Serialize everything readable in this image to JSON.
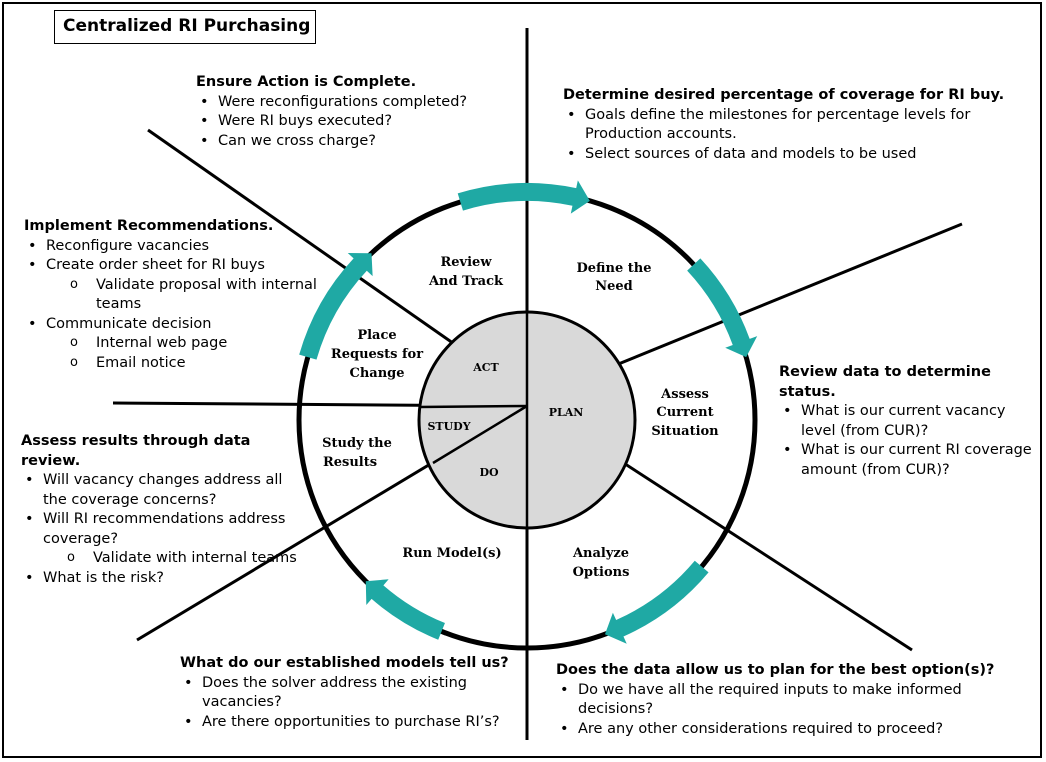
{
  "title": "Centralized RI Purchasing",
  "center": {
    "plan": "PLAN",
    "do": "DO",
    "study": "STUDY",
    "act": "ACT"
  },
  "ring": {
    "define_need": [
      "Define the",
      "Need"
    ],
    "assess_situation": [
      "Assess",
      "Current",
      "Situation"
    ],
    "analyze_options": [
      "Analyze",
      "Options"
    ],
    "run_models": [
      "Run Model(s)"
    ],
    "study_results": [
      "Study the",
      "Results"
    ],
    "place_requests": [
      "Place",
      "Requests for",
      "Change"
    ],
    "review_track": [
      "Review",
      "And Track"
    ]
  },
  "arrow_color": "#1fa9a4",
  "center_fill": "#d9d9d9",
  "blocks": {
    "ensure_action": {
      "heading": "Ensure Action is Complete.",
      "items": [
        {
          "level": 1,
          "text": "Were reconfigurations completed?"
        },
        {
          "level": 1,
          "text": "Were RI buys executed?"
        },
        {
          "level": 1,
          "text": "Can we cross charge?"
        }
      ]
    },
    "determine_coverage": {
      "heading": "Determine desired percentage of coverage for RI buy.",
      "items": [
        {
          "level": 1,
          "text": "Goals define the milestones for percentage levels for Production accounts."
        },
        {
          "level": 1,
          "text": "Select sources of data and models to be used"
        }
      ]
    },
    "implement": {
      "heading": "Implement Recommendations.",
      "items": [
        {
          "level": 1,
          "text": "Reconfigure vacancies"
        },
        {
          "level": 1,
          "text": "Create order sheet for RI buys"
        },
        {
          "level": 2,
          "text": "Validate proposal with internal teams"
        },
        {
          "level": 1,
          "text": "Communicate decision"
        },
        {
          "level": 2,
          "text": "Internal web page"
        },
        {
          "level": 2,
          "text": "Email notice"
        }
      ]
    },
    "review_data": {
      "heading": "Review data to determine status.",
      "items": [
        {
          "level": 1,
          "text": "What is our current vacancy level (from CUR)?"
        },
        {
          "level": 1,
          "text": "What is our current RI coverage amount (from CUR)?"
        }
      ]
    },
    "assess_results": {
      "heading": "Assess results through data review.",
      "items": [
        {
          "level": 1,
          "text": "Will vacancy changes address all the coverage concerns?"
        },
        {
          "level": 1,
          "text": "Will RI recommendations address coverage?"
        },
        {
          "level": 2,
          "text": "Validate with internal teams"
        },
        {
          "level": 1,
          "text": "What is the risk?"
        }
      ]
    },
    "models_tell": {
      "heading": "What do our established models tell us?",
      "items": [
        {
          "level": 1,
          "text": "Does the solver address the existing vacancies?"
        },
        {
          "level": 1,
          "text": "Are there opportunities to purchase RI’s?"
        }
      ]
    },
    "data_allow": {
      "heading": "Does the data allow us to plan for the best option(s)?",
      "items": [
        {
          "level": 1,
          "text": "Do we have all the required inputs to make informed decisions?"
        },
        {
          "level": 1,
          "text": "Are any other considerations required to proceed?"
        }
      ]
    }
  }
}
